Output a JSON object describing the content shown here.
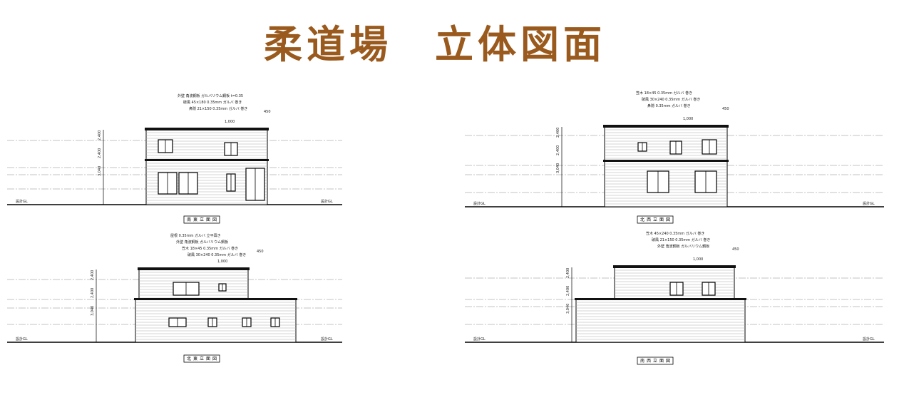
{
  "title": "柔道場　立体図面",
  "elevations": [
    {
      "name": "南東立面図",
      "dims": [
        "2,400",
        "2,400",
        "3,040",
        "1,000",
        "450"
      ],
      "notes": [
        "外壁 角波鋼板 ガルバリウム鋼板 t=0.35",
        "破風 45×180 0.35mm ガルバ 巻き",
        "鼻隠 21×150 0.35mm ガルバ 巻き"
      ],
      "ground": "設計GL"
    },
    {
      "name": "北西立面図",
      "dims": [
        "2,400",
        "2,400",
        "3,040",
        "1,000",
        "450"
      ],
      "notes": [
        "笠木 18×45 0.35mm ガルバ 巻き",
        "破風 30×240 0.35mm ガルバ 巻き",
        "鼻隠 0.35mm ガルバ 巻き"
      ],
      "ground": "設計GL"
    },
    {
      "name": "北東立面図",
      "dims": [
        "2,400",
        "2,400",
        "3,040",
        "1,000",
        "450"
      ],
      "notes": [
        "屋根 0.35mm ガルバ 立平葺き",
        "外壁 角波鋼板 ガルバリウム鋼板",
        "笠木 18×45 0.35mm ガルバ 巻き",
        "破風 30×240 0.35mm ガルバ 巻き"
      ],
      "ground": "設計GL"
    },
    {
      "name": "南西立面図",
      "dims": [
        "2,400",
        "2,400",
        "3,040",
        "1,000",
        "450"
      ],
      "notes": [
        "笠木 45×240 0.35mm ガルバ 巻き",
        "破風 21×150 0.35mm ガルバ 巻き",
        "外壁 角波鋼板 ガルバリウム鋼板"
      ],
      "ground": "設計GL"
    }
  ]
}
